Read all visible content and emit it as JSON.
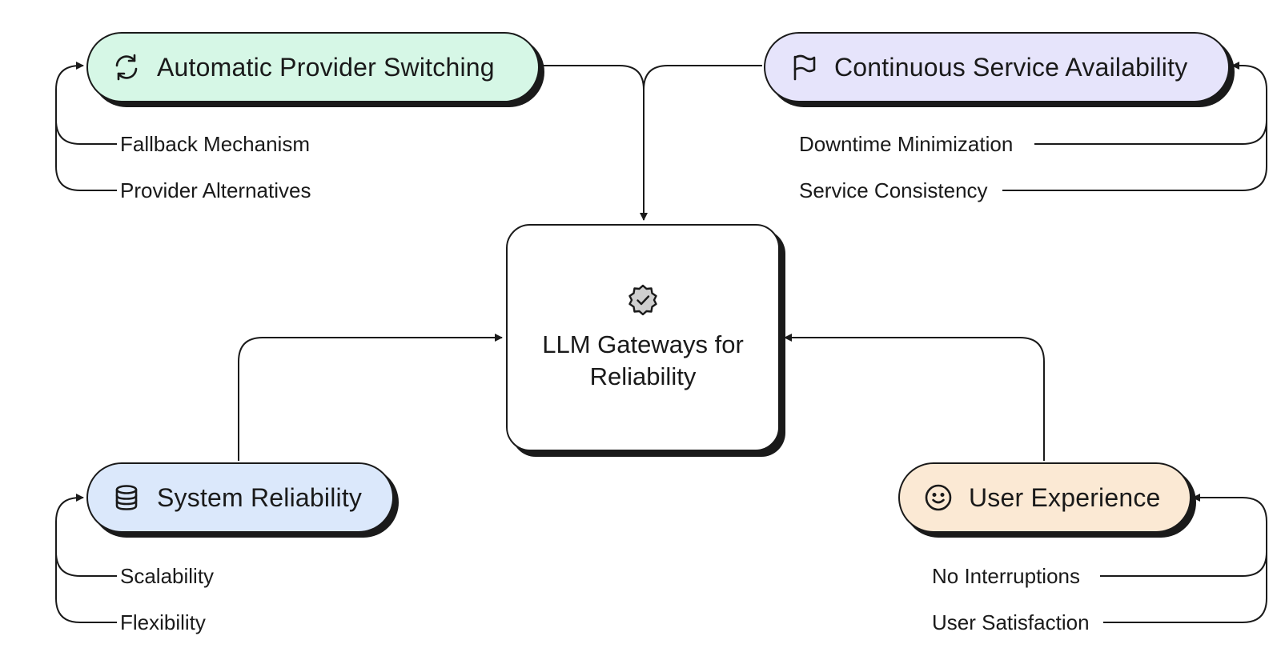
{
  "center": {
    "title": "LLM Gateways for Reliability",
    "icon": "verified-badge-icon"
  },
  "branches": {
    "top_left": {
      "title": "Automatic Provider Switching",
      "icon": "refresh-icon",
      "color": "#d6f7e6",
      "items": [
        "Fallback Mechanism",
        "Provider Alternatives"
      ]
    },
    "top_right": {
      "title": "Continuous Service Availability",
      "icon": "flag-icon",
      "color": "#e6e4fb",
      "items": [
        "Downtime Minimization",
        "Service Consistency"
      ]
    },
    "bottom_left": {
      "title": "System Reliability",
      "icon": "database-icon",
      "color": "#dbe8fb",
      "items": [
        "Scalability",
        "Flexibility"
      ]
    },
    "bottom_right": {
      "title": "User Experience",
      "icon": "smiley-icon",
      "color": "#fbe9d4",
      "items": [
        "No Interruptions",
        "User Satisfaction"
      ]
    }
  }
}
